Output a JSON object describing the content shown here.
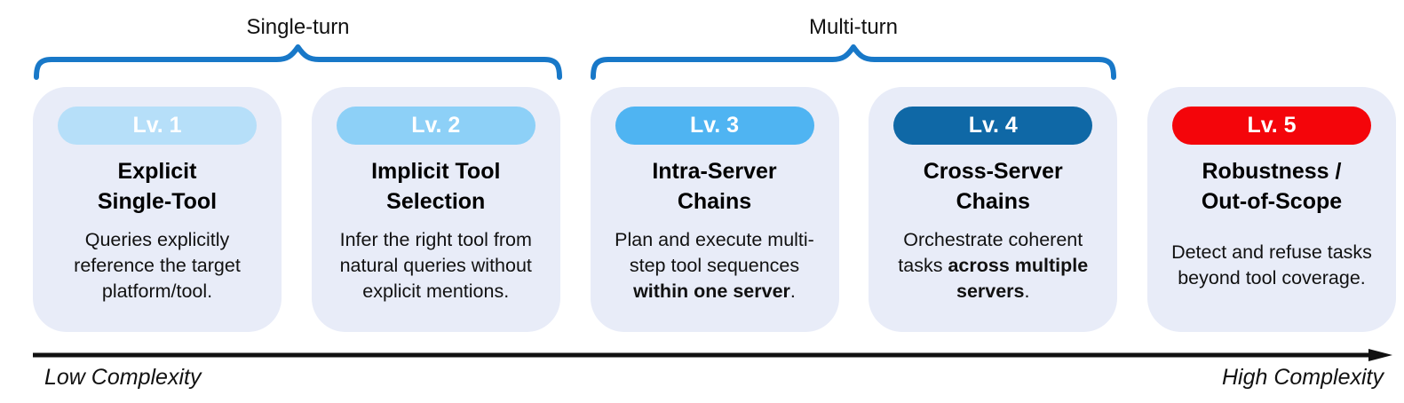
{
  "groups": [
    {
      "label": "Single-turn"
    },
    {
      "label": "Multi-turn"
    }
  ],
  "levels": [
    {
      "badge": "Lv. 1",
      "badge_color": "#B6DFF9",
      "badge_text_color": "#FFFFFF",
      "title_lines": [
        "Explicit",
        "Single-Tool"
      ],
      "description_lines": [
        [
          {
            "text": "Queries explicitly",
            "bold": false
          }
        ],
        [
          {
            "text": "reference the target",
            "bold": false
          }
        ],
        [
          {
            "text": "platform/tool.",
            "bold": false
          }
        ]
      ]
    },
    {
      "badge": "Lv. 2",
      "badge_color": "#8DD0F7",
      "badge_text_color": "#FFFFFF",
      "title_lines": [
        "Implicit Tool",
        "Selection"
      ],
      "description_lines": [
        [
          {
            "text": "Infer the right tool from",
            "bold": false
          }
        ],
        [
          {
            "text": "natural queries without",
            "bold": false
          }
        ],
        [
          {
            "text": "explicit mentions.",
            "bold": false
          }
        ]
      ]
    },
    {
      "badge": "Lv. 3",
      "badge_color": "#4FB4F2",
      "badge_text_color": "#FFFFFF",
      "title_lines": [
        "Intra-Server",
        "Chains"
      ],
      "description_lines": [
        [
          {
            "text": "Plan and execute multi-",
            "bold": false
          }
        ],
        [
          {
            "text": "step tool sequences",
            "bold": false
          }
        ],
        [
          {
            "text": "within one server",
            "bold": true
          },
          {
            "text": ".",
            "bold": false
          }
        ]
      ]
    },
    {
      "badge": "Lv. 4",
      "badge_color": "#0F68A6",
      "badge_text_color": "#FFFFFF",
      "title_lines": [
        "Cross-Server",
        "Chains"
      ],
      "description_lines": [
        [
          {
            "text": "Orchestrate coherent",
            "bold": false
          }
        ],
        [
          {
            "text": "tasks ",
            "bold": false
          },
          {
            "text": "across multiple",
            "bold": true
          }
        ],
        [
          {
            "text": "servers",
            "bold": true
          },
          {
            "text": ".",
            "bold": false
          }
        ]
      ]
    },
    {
      "badge": "Lv. 5",
      "badge_color": "#F4050A",
      "badge_text_color": "#FFFFFF",
      "title_lines": [
        "Robustness /",
        "Out-of-Scope"
      ],
      "description_lines": [
        [
          {
            "text": "Detect and refuse tasks",
            "bold": false
          }
        ],
        [
          {
            "text": "beyond tool coverage.",
            "bold": false
          }
        ]
      ]
    }
  ],
  "axis": {
    "low_label": "Low Complexity",
    "high_label": "High Complexity",
    "arrow_color": "#111111"
  },
  "colors": {
    "card_background": "#E8ECF8",
    "brace": "#1878C8"
  }
}
